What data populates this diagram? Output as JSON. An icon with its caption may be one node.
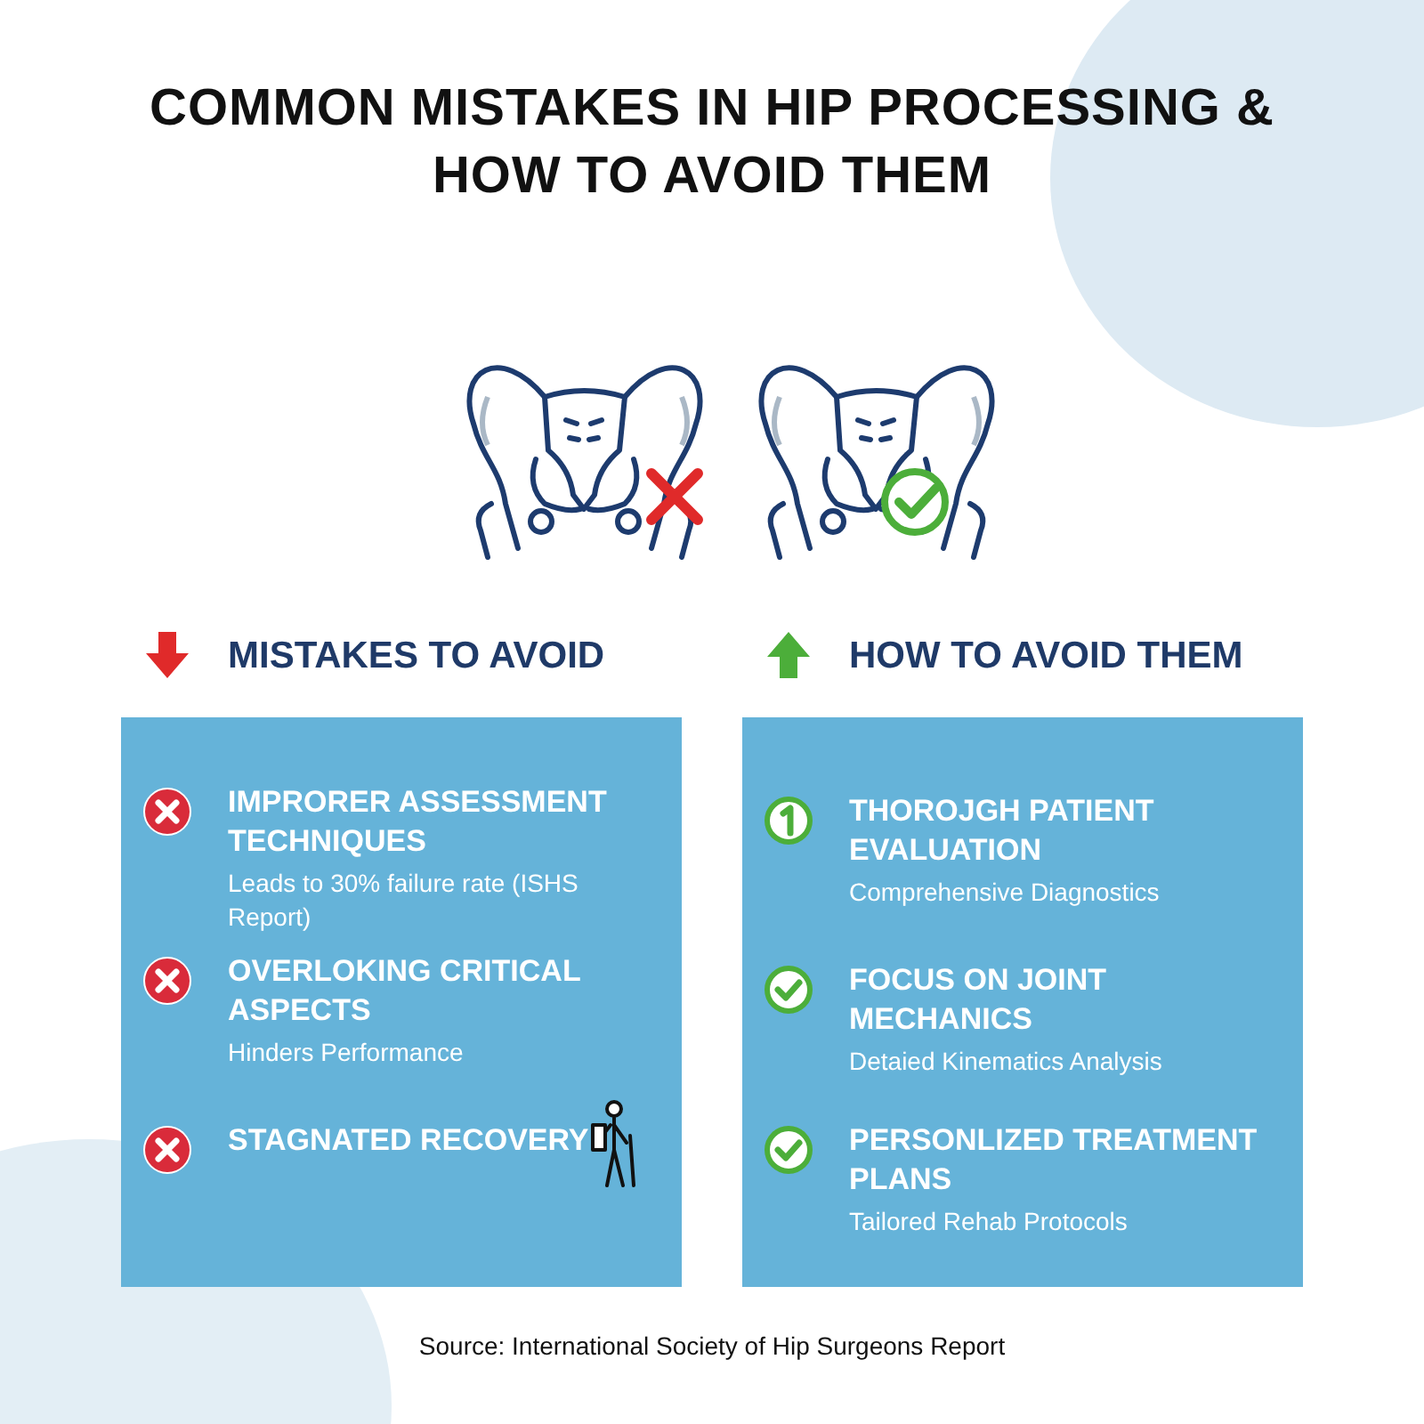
{
  "diagram": {
    "title": "COMMON MISTAKES IN HIP PROCESSING & HOW TO AVOID THEM",
    "caption": "Source: International Society of Hip Surgeons Report",
    "nodes": [
      {
        "text": [
          "MISTAKES TO AVOID"
        ]
      },
      {
        "text": [
          "IMPRORER ASSESSMENT TECHNIQUES",
          "Leads to 30% failure rate (ISHS Report)"
        ],
        "in": 0
      },
      {
        "text": [
          "OVERLOKING CRITICAL ASPECTS",
          "Hinders Performance"
        ],
        "in": 0
      },
      {
        "text": [
          "STAGNATED RECOVERY"
        ],
        "in": 0
      },
      {
        "text": [
          "HOW TO AVOID THEM"
        ]
      },
      {
        "text": [
          "THOROJGH PATIENT EVALUATION",
          "Comprehensive Diagnostics"
        ],
        "in": 4
      },
      {
        "text": [
          "FOCUS ON JOINT MECHANICS",
          "Detaied Kinematics Analysis"
        ],
        "in": 4
      },
      {
        "text": [
          "PERSONLIZED TREATMENT PLANS",
          "Tailored Rehab Protocols"
        ],
        "in": 4
      }
    ]
  }
}
